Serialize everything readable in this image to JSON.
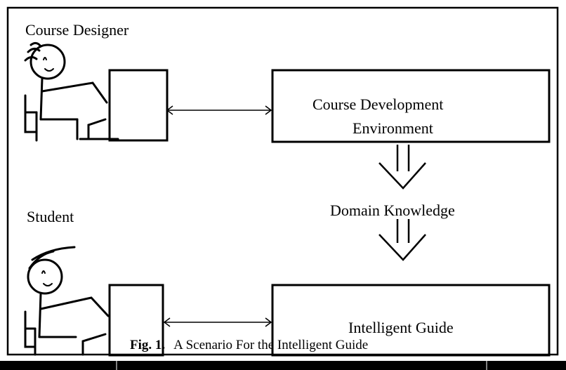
{
  "labels": {
    "designer": "Course Designer",
    "student": "Student",
    "cde_line1": "Course Development",
    "cde_line2": "Environment",
    "domain_knowledge": "Domain Knowledge",
    "guide": "Intelligent Guide"
  },
  "caption": {
    "prefix": "Fig. 1.",
    "text": "A Scenario For the Intelligent Guide"
  },
  "icons": [
    "designer-figure-icon",
    "student-figure-icon",
    "monitor-icon",
    "double-arrow-icon",
    "down-arrow-icon"
  ]
}
